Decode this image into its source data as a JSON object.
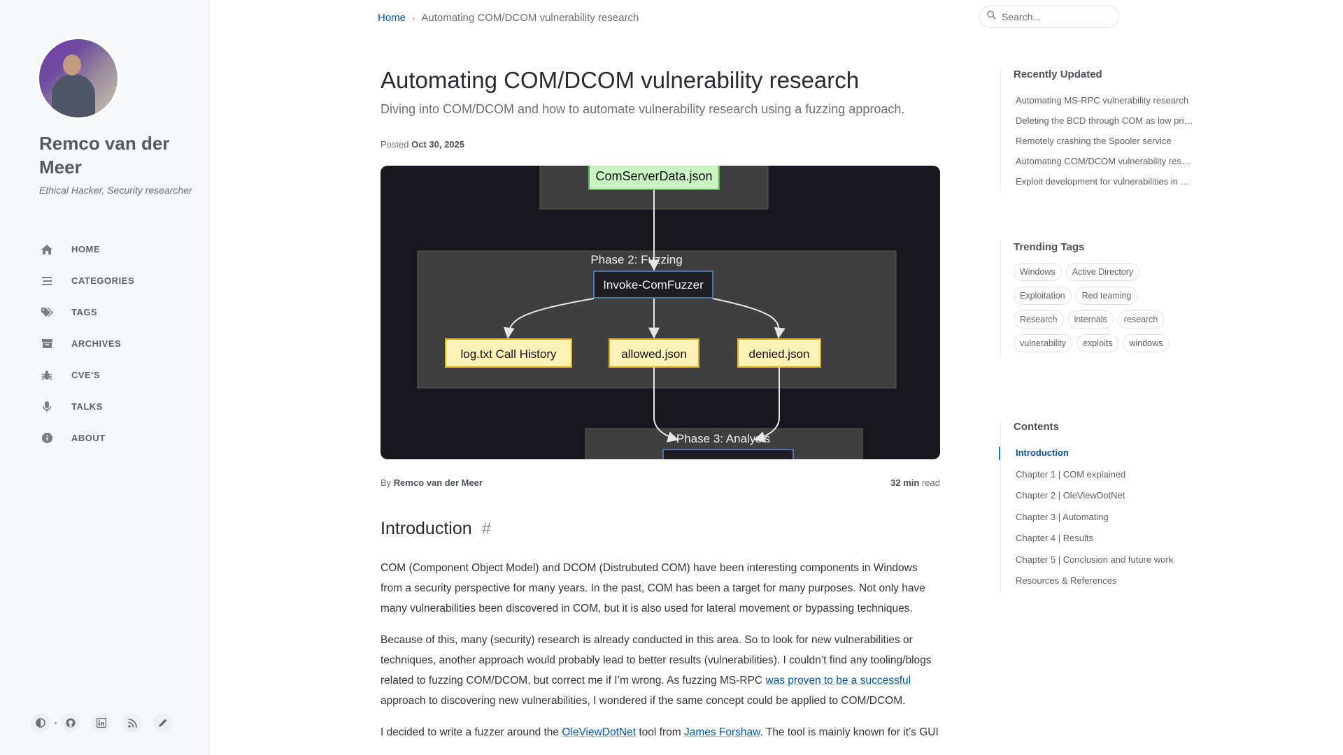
{
  "sidebar": {
    "site_title": "Remco van der Meer",
    "site_subtitle": "Ethical Hacker, Security researcher",
    "nav": [
      {
        "label": "HOME",
        "icon": "home-icon"
      },
      {
        "label": "CATEGORIES",
        "icon": "stream-icon"
      },
      {
        "label": "TAGS",
        "icon": "tags-icon"
      },
      {
        "label": "ARCHIVES",
        "icon": "archive-icon"
      },
      {
        "label": "CVE'S",
        "icon": "bug-icon"
      },
      {
        "label": "TALKS",
        "icon": "microphone-icon"
      },
      {
        "label": "ABOUT",
        "icon": "info-icon"
      }
    ],
    "bottom_icons": [
      "theme-toggle-icon",
      "github-icon",
      "linkedin-icon",
      "rss-icon",
      "edit-icon"
    ]
  },
  "topbar": {
    "breadcrumb_home": "Home",
    "breadcrumb_current": "Automating COM/DCOM vulnerability research",
    "search_placeholder": "Search..."
  },
  "post": {
    "title": "Automating COM/DCOM vulnerability research",
    "description": "Diving into COM/DCOM and how to automate vulnerability research using a fuzzing approach.",
    "posted_label": "Posted",
    "posted_date": "Oct 30, 2025",
    "by_label": "By",
    "author": "Remco van der Meer",
    "read_time": "32 min",
    "read_label": "read",
    "preview_diagram": {
      "top_node": "ComServerData.json",
      "phase2_label": "Phase 2: Fuzzing",
      "fuzzer_node": "Invoke-ComFuzzer",
      "out_log": "log.txt Call History",
      "out_allowed": "allowed.json",
      "out_denied": "denied.json",
      "phase3_label": "Phase 3: Analysis"
    },
    "intro_heading": "Introduction",
    "intro_anchor": "#",
    "paragraphs": {
      "p1": "COM (Component Object Model) and DCOM (Distrubuted COM) have been interesting components in Windows from a security perspective for many years. In the past, COM has been a target for many purposes. Not only have many vulnerabilities been discovered in COM, but it is also used for lateral movement or bypassing techniques.",
      "p2_a": "Because of this, many (security) research is already conducted in this area. So to look for new vulnerabilities or techniques, another approach would probably lead to better results (vulnerabilities). I couldn’t find any tooling/blogs related to fuzzing COM/DCOM, but correct me if I’m wrong. As fuzzing MS-RPC ",
      "p2_link": "was proven to be a successful",
      "p2_b": " approach to discovering new vulnerabilities, I wondered if the same concept could be applied to COM/DCOM.",
      "p3_a": "I decided to write a fuzzer around the ",
      "p3_link1": "OleViewDotNet",
      "p3_mid": " tool from ",
      "p3_link2": "James Forshaw",
      "p3_b": ". The tool is mainly known for it’s GUI"
    }
  },
  "panel": {
    "recent_heading": "Recently Updated",
    "recent": [
      "Automating MS-RPC vulnerability research",
      "Deleting the BCD through COM as low privileged user",
      "Remotely crashing the Spooler service",
      "Automating COM/DCOM vulnerability research",
      "Exploit development for vulnerabilities in Windows"
    ],
    "tags_heading": "Trending Tags",
    "tags": [
      "Windows",
      "Active Directory",
      "Exploitation",
      "Red teaming",
      "Research",
      "internals",
      "research",
      "vulnerability",
      "exploits",
      "windows"
    ],
    "toc_heading": "Contents",
    "toc": [
      "Introduction",
      "Chapter 1 | COM explained",
      "Chapter 2 | OleViewDotNet",
      "Chapter 3 | Automating",
      "Chapter 4 | Results",
      "Chapter 5 | Conclusion and future work",
      "Resources & References"
    ]
  }
}
